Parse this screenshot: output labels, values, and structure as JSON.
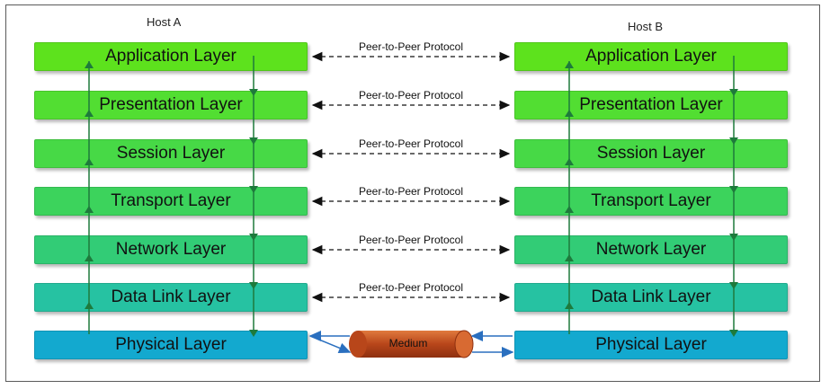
{
  "host_a": {
    "title": "Host A"
  },
  "host_b": {
    "title": "Host B"
  },
  "layers": [
    {
      "label": "Application Layer",
      "color": "#5de21d"
    },
    {
      "label": "Presentation Layer",
      "color": "#52de32"
    },
    {
      "label": "Session Layer",
      "color": "#47d946"
    },
    {
      "label": "Transport Layer",
      "color": "#3cd35c"
    },
    {
      "label": "Network Layer",
      "color": "#32cc76"
    },
    {
      "label": "Data Link Layer",
      "color": "#26c2a2"
    },
    {
      "label": "Physical Layer",
      "color": "#13a9cf"
    }
  ],
  "protocol_label": "Peer-to-Peer Protocol",
  "medium": {
    "label": "Medium",
    "color": "#c4521a"
  },
  "colors": {
    "arrow_green": "#1e7a3c",
    "arrow_blue": "#2a6fbf"
  }
}
